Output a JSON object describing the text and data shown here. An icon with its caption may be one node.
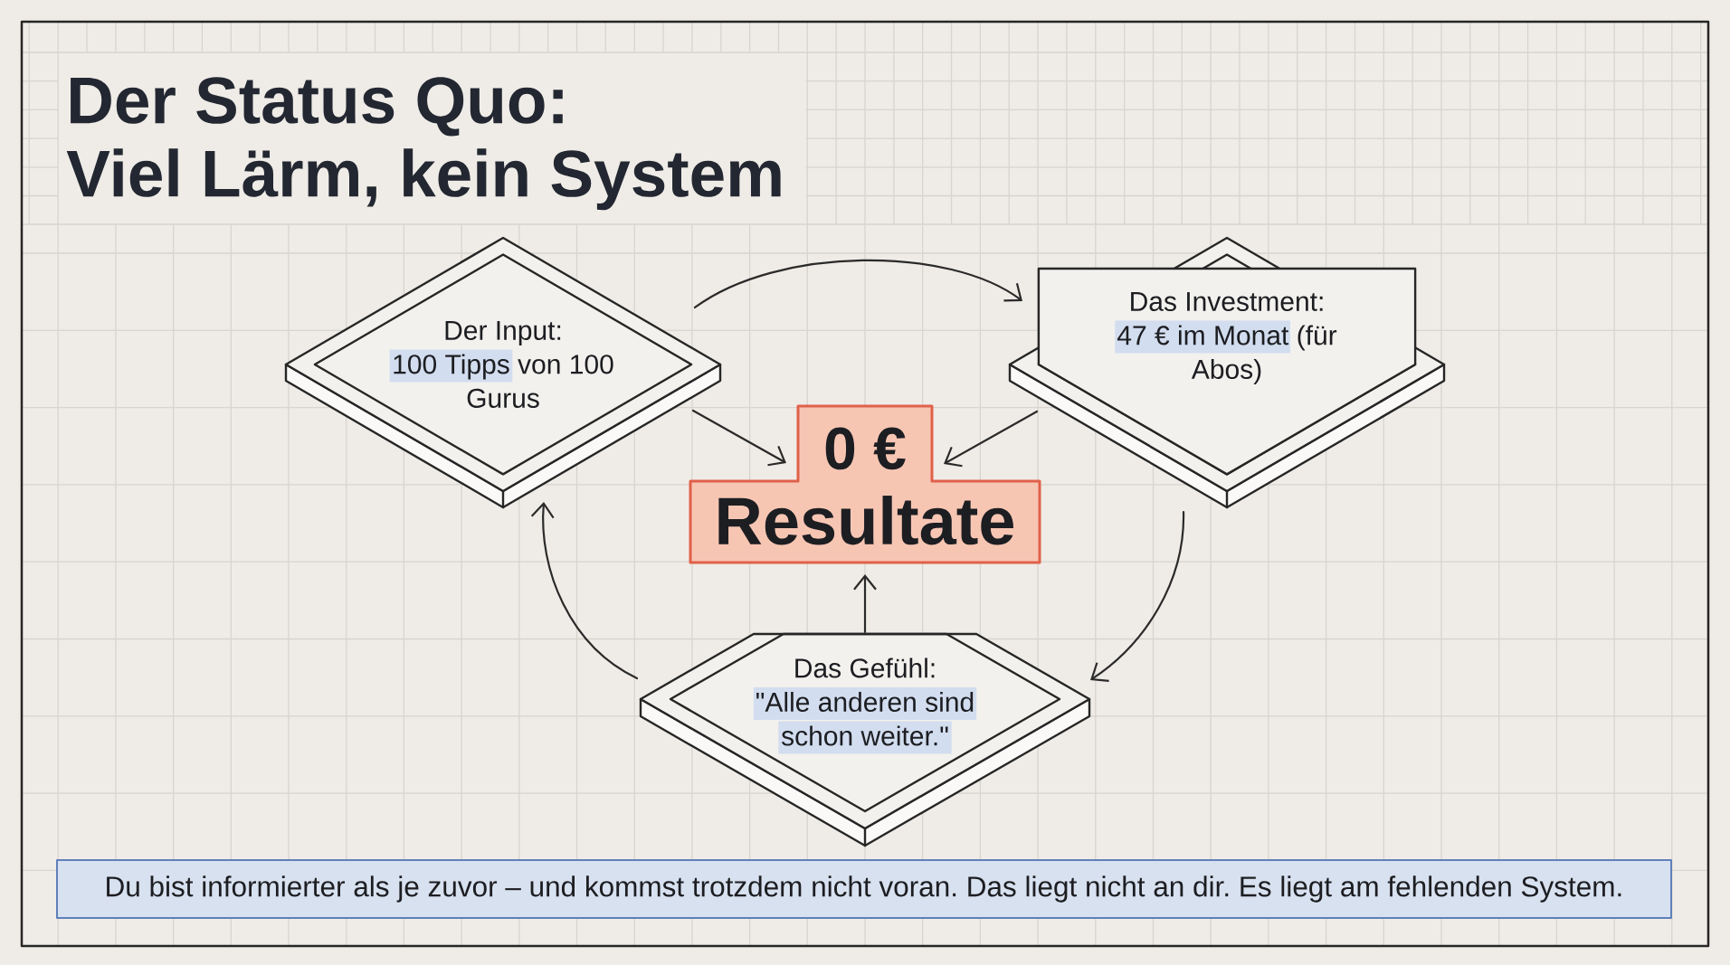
{
  "diagram": {
    "title": "Der Status Quo: Viel Lärm, kein System",
    "nodes": [
      {
        "text": [
          "Der Input:",
          "100 Tipps von 100 Gurus"
        ]
      },
      {
        "text": [
          "Das Investment:",
          "47 € im Monat (für Abos)"
        ]
      },
      {
        "text": [
          "0 €",
          "Resultate"
        ]
      },
      {
        "text": [
          "Das Gefühl:",
          "\"Alle anderen sind schon weiter.\""
        ]
      },
      {
        "text": [
          "Du bist informierter als je zuvor – und kommst trotzdem nicht voran. Das liegt nicht an dir. Es liegt am fehlenden System."
        ]
      }
    ],
    "edges": [
      {
        "from": 0,
        "to": 1,
        "arrow": "to"
      },
      {
        "from": 0,
        "to": 2,
        "arrow": "to"
      },
      {
        "from": 1,
        "to": 2,
        "arrow": "to"
      },
      {
        "from": 1,
        "to": 3,
        "arrow": "to"
      },
      {
        "from": 3,
        "to": 0,
        "arrow": "to"
      },
      {
        "from": 3,
        "to": 2,
        "arrow": "to"
      }
    ]
  }
}
